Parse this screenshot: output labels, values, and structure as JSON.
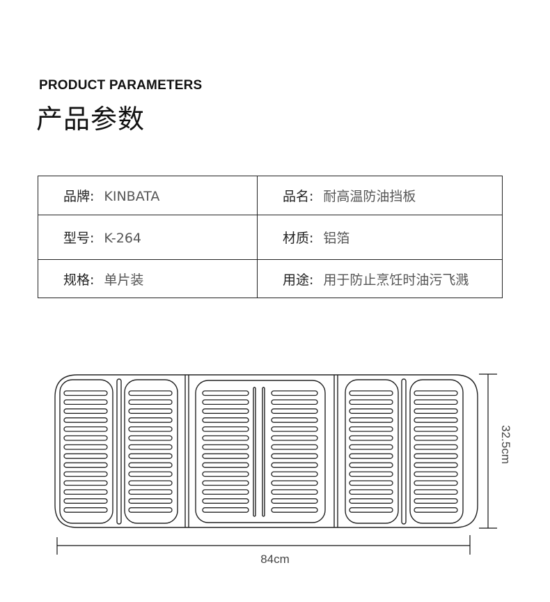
{
  "header": {
    "title_en": "PRODUCT PARAMETERS",
    "title_cn": "产品参数"
  },
  "params": {
    "rows": [
      {
        "left": {
          "label": "品牌:",
          "value": "KINBATA"
        },
        "right": {
          "label": "品名:",
          "value": "耐高温防油挡板"
        }
      },
      {
        "left": {
          "label": "型号:",
          "value": "K-264"
        },
        "right": {
          "label": "材质:",
          "value": "铝箔"
        }
      },
      {
        "left": {
          "label": "规格:",
          "value": "单片装"
        },
        "right": {
          "label": "用途:",
          "value": "用于防止烹饪时油污飞溅"
        }
      }
    ]
  },
  "diagram": {
    "width_label": "84cm",
    "height_label": "32.5cm",
    "line_color": "#222222",
    "slot_rows": 14
  }
}
